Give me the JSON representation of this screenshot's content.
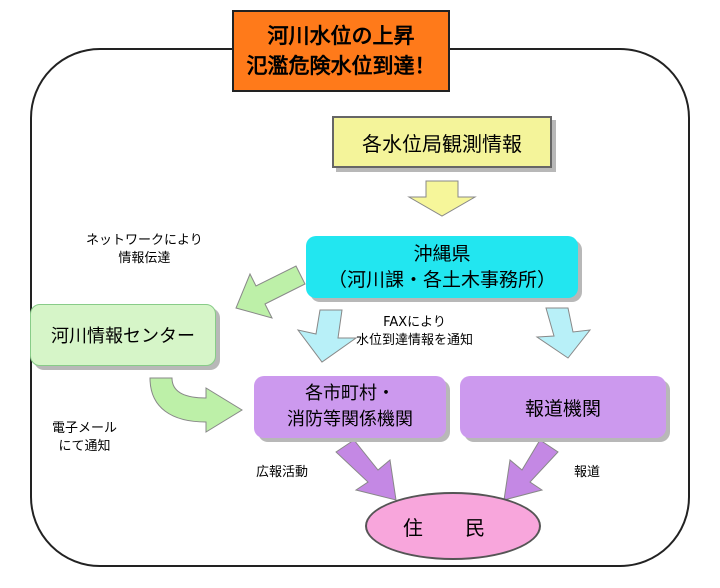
{
  "title": {
    "line1": "河川水位の上昇",
    "line2": "氾濫危険水位到達！"
  },
  "nodes": {
    "observation": "各水位局観測情報",
    "okinawa": {
      "line1": "沖縄県",
      "line2": "（河川課・各土木事務所）"
    },
    "river_center": "河川情報センター",
    "municipalities": {
      "line1": "各市町村・",
      "line2": "消防等関係機関"
    },
    "press": "報道機関",
    "residents": "住 民"
  },
  "labels": {
    "network": {
      "line1": "ネットワークにより",
      "line2": "情報伝達"
    },
    "fax": {
      "line1": "FAXにより",
      "line2": "水位到達情報を通知"
    },
    "email": {
      "line1": "電子メール",
      "line2": "にて通知"
    },
    "pr": "広報活動",
    "report": "報道"
  },
  "colors": {
    "title_bg": "#ff7a1a",
    "observation_bg": "#f4f49a",
    "okinawa_bg": "#22e6f0",
    "center_bg": "#d6f5c8",
    "agency_bg": "#cc99ee",
    "resident_bg": "#f8a6dc",
    "arrow_yellow": "#f6f69a",
    "arrow_cyan": "#b8f0f8",
    "arrow_green": "#bdf0a8",
    "arrow_purple": "#c488e4"
  }
}
